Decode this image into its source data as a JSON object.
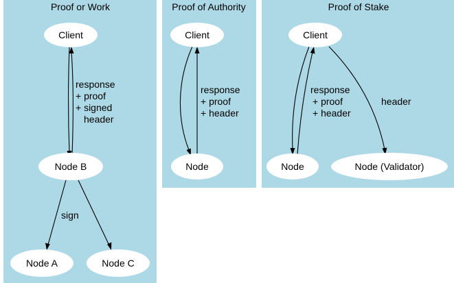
{
  "clusters": {
    "pow": {
      "title": "Proof or Work",
      "nodes": {
        "client": "Client",
        "node_b": "Node B",
        "node_a": "Node A",
        "node_c": "Node C"
      },
      "edges": {
        "response_label": [
          "response",
          "+ proof",
          "+ signed",
          "header"
        ],
        "sign_label": "sign"
      }
    },
    "poa": {
      "title": "Proof of Authority",
      "nodes": {
        "client": "Client",
        "node": "Node"
      },
      "edges": {
        "response_label": [
          "response",
          "+ proof",
          "+ header"
        ]
      }
    },
    "pos": {
      "title": "Proof of Stake",
      "nodes": {
        "client": "Client",
        "node": "Node",
        "validator": "Node (Validator)"
      },
      "edges": {
        "response_label": [
          "response",
          "+ proof",
          "+ header"
        ],
        "header_label": "header"
      }
    }
  },
  "colors": {
    "cluster_fill": "#add8e6",
    "node_fill": "#ffffff",
    "edge": "#000000"
  }
}
